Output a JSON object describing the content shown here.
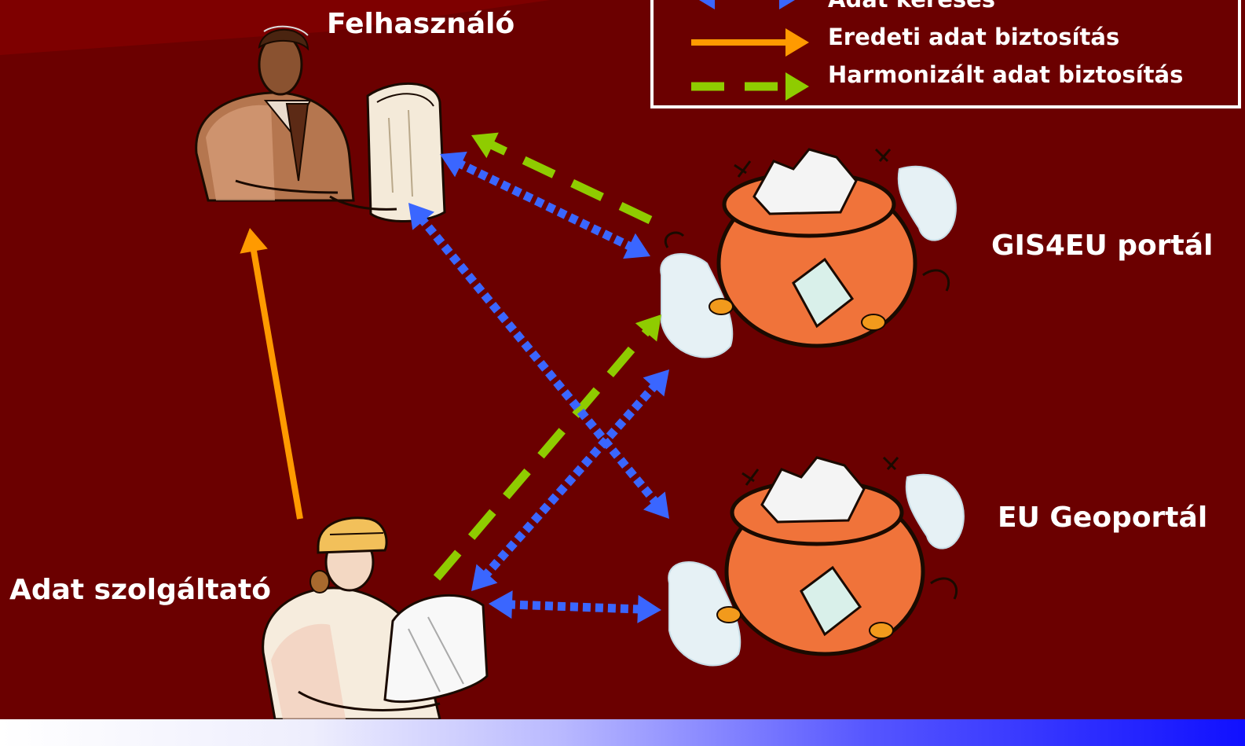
{
  "title": "",
  "nodes": {
    "user": "Felhasználó",
    "provider": "Adat szolgáltató",
    "gis4eu": "GIS4EU portál",
    "eugeo": "EU Geoportál"
  },
  "legend": [
    {
      "label": "Adat keresés",
      "style": "dotted-double-arrow",
      "color": "#3a66ff"
    },
    {
      "label": "Eredeti adat biztosítás",
      "style": "solid-arrow",
      "color": "#ff9a00"
    },
    {
      "label": "Harmonizált adat biztosítás",
      "style": "dashed-arrow",
      "color": "#8fcc00"
    }
  ],
  "colors": {
    "background": "#6b0000",
    "search": "#3a66ff",
    "original": "#ff9a00",
    "harmonized": "#8fcc00"
  }
}
